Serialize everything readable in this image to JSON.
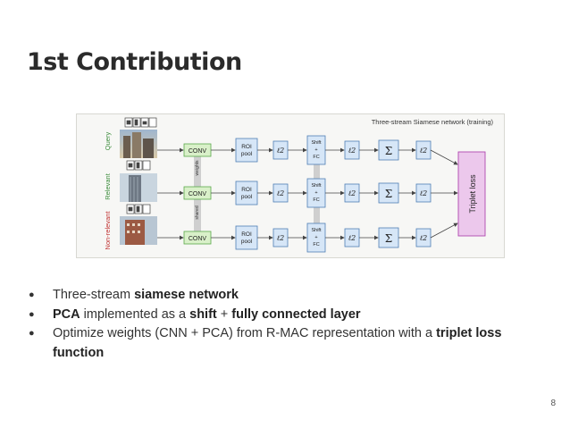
{
  "slide": {
    "title": "1st Contribution",
    "page_number": "8"
  },
  "figure": {
    "caption": "Three-stream Siamese network (training)",
    "stream_labels": [
      "Query",
      "Relevant",
      "Non-relevant"
    ],
    "conv_label": "CONV",
    "roi_pool_label": [
      "ROI",
      "pool"
    ],
    "l2_label": "ℓ2",
    "shift_fc_label": [
      "Shift",
      "+",
      "FC"
    ],
    "sum_label": "Σ",
    "shared_weights_labels": [
      "weights",
      "shared"
    ],
    "loss_label": "Triplet loss",
    "colors": {
      "conv_fill": "#d9f0c9",
      "conv_stroke": "#5aa84a",
      "block_fill": "#d6e6f7",
      "block_stroke": "#4f7fb5",
      "loss_fill": "#ecc8ec",
      "loss_stroke": "#b046b0",
      "query_label": "#3b8c3b",
      "relevant_label": "#3b8c3b",
      "nonrelevant_label": "#c03030"
    }
  },
  "bullets": [
    {
      "parts": [
        {
          "text": "Three-stream ",
          "bold": false
        },
        {
          "text": "siamese network",
          "bold": true
        }
      ]
    },
    {
      "parts": [
        {
          "text": "PCA",
          "bold": true
        },
        {
          "text": " implemented as a ",
          "bold": false
        },
        {
          "text": "shift",
          "bold": true
        },
        {
          "text": " + ",
          "bold": false
        },
        {
          "text": "fully connected layer",
          "bold": true
        }
      ]
    },
    {
      "parts": [
        {
          "text": "Optimize weights (CNN + PCA) from R-MAC representation with a ",
          "bold": false
        },
        {
          "text": "triplet loss function",
          "bold": true
        }
      ]
    }
  ]
}
